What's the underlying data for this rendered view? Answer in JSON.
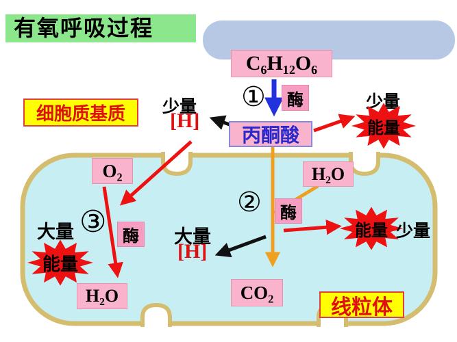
{
  "title": "有氧呼吸过程",
  "regions": {
    "cytoplasm": "细胞质基质",
    "mitochondrion": "线粒体"
  },
  "molecules": {
    "glucose": "C₆H₁₂O₆",
    "pyruvate": "丙酮酸",
    "oxygen": "O₂",
    "water_input": "H₂O",
    "water_product": "H₂O",
    "carbon_dioxide": "CO₂"
  },
  "steps": {
    "one": "①",
    "two": "②",
    "three": "③"
  },
  "enzyme": "酶",
  "step1_outputs": {
    "h_amount": "少量",
    "h": "[H]",
    "energy_amount": "少量",
    "energy": "能量"
  },
  "step2_outputs": {
    "h_amount": "大量",
    "h": "[H]",
    "energy": "能量",
    "energy_amount": "少量"
  },
  "step3_outputs": {
    "energy_amount": "大量",
    "energy": "能量"
  },
  "colors": {
    "title_bg": "#8ce68c",
    "top_banner": "#b6c8e4",
    "pink_box": "#f9b3cc",
    "yellow_box": "#ffff00",
    "red_text": "#e01010",
    "pyruvate_text": "#2828cc",
    "blue_arrow": "#2233dd",
    "red_arrow": "#ee1111",
    "orange_arrow": "#f0a020",
    "black_arrow": "#111111",
    "star_fill": "#ee1111",
    "mito_fill": "#c7eef3",
    "mito_border": "#d4bd6f"
  }
}
